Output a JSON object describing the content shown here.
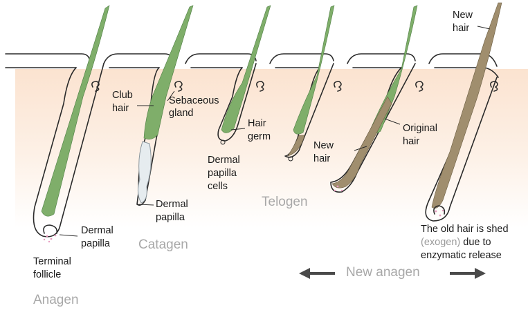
{
  "phases": {
    "anagen": "Anagen",
    "catagen": "Catagen",
    "telogen": "Telogen",
    "new_anagen": "New anagen"
  },
  "labels": {
    "dermal_papilla_1": [
      "Dermal",
      "papilla"
    ],
    "terminal_follicle": [
      "Terminal",
      "follicle"
    ],
    "club_hair": [
      "Club",
      "hair"
    ],
    "sebaceous_gland": [
      "Sebaceous",
      "gland"
    ],
    "dermal_papilla_2": [
      "Dermal",
      "papilla"
    ],
    "hair_germ": [
      "Hair",
      "germ"
    ],
    "dermal_papilla_cells": [
      "Dermal",
      "papilla",
      "cells"
    ],
    "new_hair_mid": [
      "New",
      "hair"
    ],
    "original_hair": [
      "Original",
      "hair"
    ],
    "new_hair_top": [
      "New",
      "hair"
    ],
    "shed_line1": "The old hair is shed",
    "shed_exogen": "(exogen)",
    "shed_line2_rest": " due to",
    "shed_line3": "enzymatic release"
  },
  "colors": {
    "skin_top": "#fbe3d0",
    "skin_bottom": "#ffffff",
    "hair_green": "#7fae6a",
    "hair_brown": "#a08e6e",
    "phase_grey": "#a8a8a8",
    "arrow": "#4a4a4a"
  }
}
